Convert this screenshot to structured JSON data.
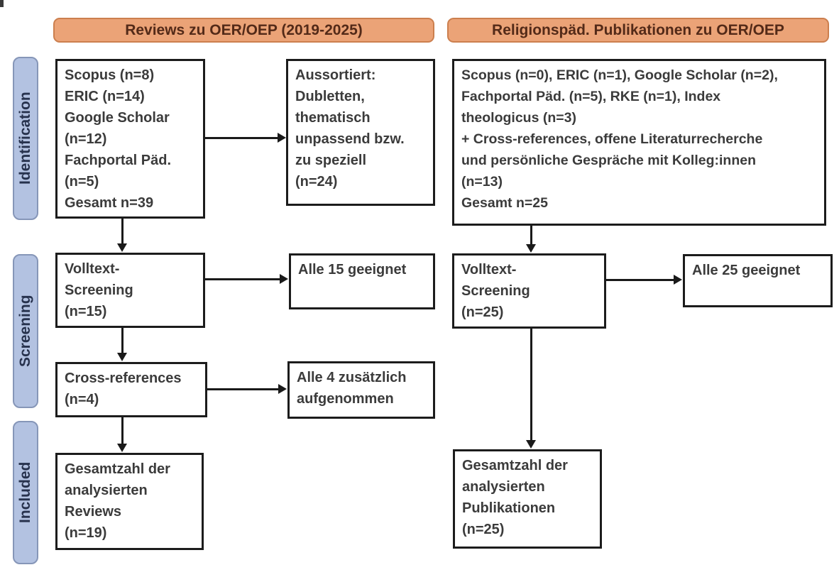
{
  "headers": {
    "left": "Reviews zu OER/OEP (2019-2025)",
    "right": "Religionspäd. Publikationen zu OER/OEP"
  },
  "stages": {
    "identification": "Identification",
    "screening": "Screening",
    "included": "Included"
  },
  "left": {
    "sources": "Scopus (n=8)\nERIC (n=14)\nGoogle Scholar\n(n=12)\nFachportal Päd.\n(n=5)\nGesamt n=39",
    "excluded": "Aussortiert:\nDubletten,\nthematisch\nunpassend bzw.\nzu speziell\n(n=24)",
    "screening": "Volltext-\nScreening\n(n=15)",
    "screening_result": "Alle 15 geeignet",
    "crossref": "Cross-references\n(n=4)",
    "crossref_result": "Alle 4 zusätzlich\naufgenommen",
    "included": "Gesamtzahl der\nanalysierten\nReviews\n(n=19)"
  },
  "right": {
    "sources": "Scopus (n=0), ERIC (n=1), Google Scholar (n=2),\nFachportal Päd. (n=5), RKE (n=1), Index\ntheologicus (n=3)\n+ Cross-references, offene Literaturrecherche\nund persönliche Gespräche mit Kolleg:innen\n(n=13)\nGesamt n=25",
    "screening": "Volltext-\nScreening\n(n=25)",
    "screening_result": "Alle 25 geeignet",
    "included": "Gesamtzahl der\nanalysierten\nPublikationen\n(n=25)"
  },
  "colors": {
    "header_fill": "#eba377",
    "header_border": "#cc7f4e",
    "header_text": "#532a18",
    "stage_fill": "#b3c2e1",
    "stage_border": "#8696b8",
    "stage_text": "#27324d",
    "box_border": "#1c1c1c",
    "box_text": "#3b3b3b",
    "arrow": "#1a1a1a",
    "background": "#ffffff"
  }
}
